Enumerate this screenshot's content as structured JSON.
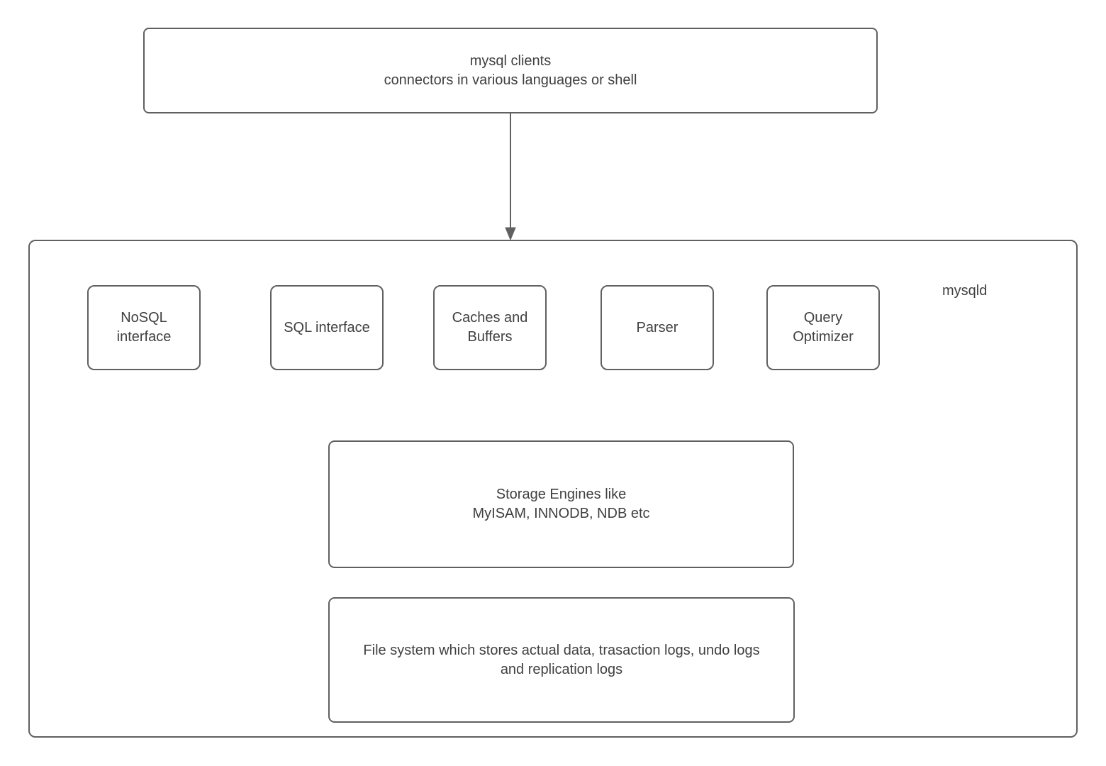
{
  "nodes": {
    "clients": {
      "label": "mysql clients\nconnectors in various languages or shell"
    },
    "server": {
      "label": "mysqld"
    },
    "components": [
      {
        "label": "NoSQL\ninterface"
      },
      {
        "label": "SQL interface"
      },
      {
        "label": "Caches and\nBuffers"
      },
      {
        "label": "Parser"
      },
      {
        "label": "Query\nOptimizer"
      }
    ],
    "storage": {
      "label": "Storage Engines like\nMyISAM, INNODB, NDB etc"
    },
    "filesystem": {
      "label": "File system which stores actual data, trasaction logs, undo logs\nand replication logs"
    }
  },
  "colors": {
    "border": "#606060",
    "text": "#404040",
    "background": "#ffffff"
  }
}
